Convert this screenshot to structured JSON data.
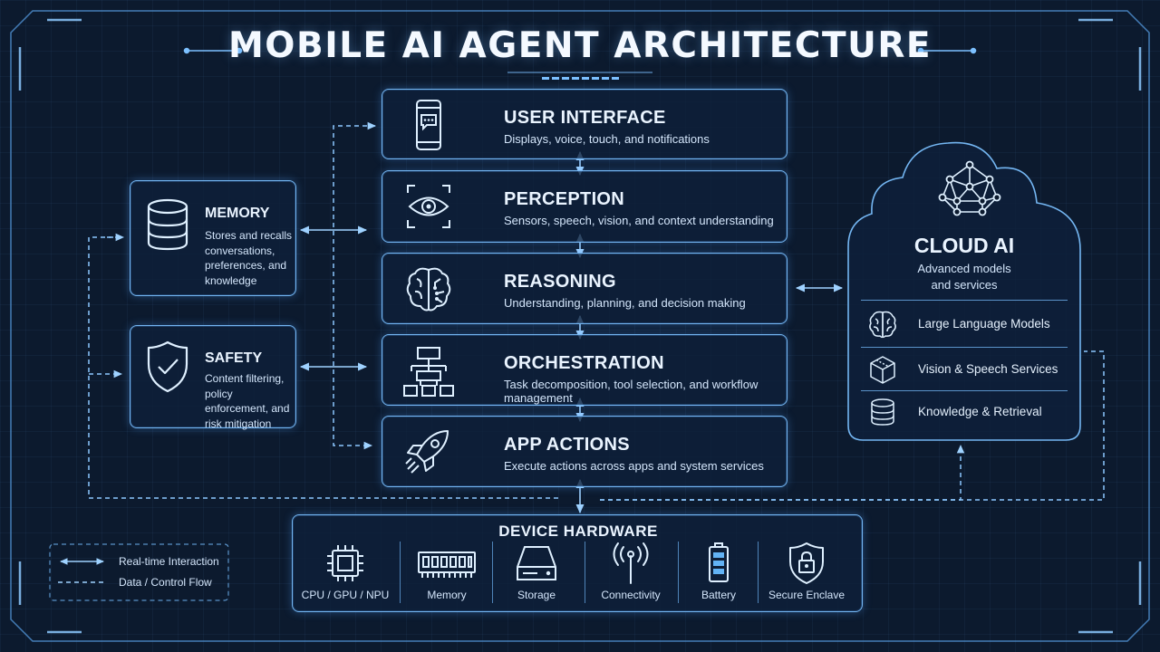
{
  "title": "MOBILE AI AGENT ARCHITECTURE",
  "layers": [
    {
      "title": "USER INTERFACE",
      "desc": "Displays, voice, touch, and notifications",
      "icon": "smartphone-chat-icon"
    },
    {
      "title": "PERCEPTION",
      "desc": "Sensors, speech, vision, and context understanding",
      "icon": "eye-scan-icon"
    },
    {
      "title": "REASONING",
      "desc": "Understanding, planning, and decision making",
      "icon": "brain-circuit-icon"
    },
    {
      "title": "ORCHESTRATION",
      "desc": "Task decomposition, tool selection, and workflow management",
      "icon": "hierarchy-icon"
    },
    {
      "title": "APP ACTIONS",
      "desc": "Execute actions across apps and system services",
      "icon": "rocket-icon"
    }
  ],
  "memory": {
    "title": "MEMORY",
    "desc": "Stores and recalls conversations, preferences, and knowledge",
    "icon": "database-icon"
  },
  "safety": {
    "title": "SAFETY",
    "desc": "Content filtering, policy enforcement, and risk mitigation",
    "icon": "shield-check-icon"
  },
  "cloud": {
    "title": "CLOUD AI",
    "subtitle": "Advanced models and services",
    "icon": "network-sphere-icon",
    "services": [
      {
        "label": "Large Language Models",
        "icon": "brain-icon"
      },
      {
        "label": "Vision & Speech Services",
        "icon": "cube-icon"
      },
      {
        "label": "Knowledge & Retrieval",
        "icon": "database-icon"
      }
    ]
  },
  "hardware": {
    "title": "DEVICE HARDWARE",
    "items": [
      {
        "label": "CPU / GPU / NPU",
        "icon": "chip-icon"
      },
      {
        "label": "Memory",
        "icon": "ram-icon"
      },
      {
        "label": "Storage",
        "icon": "storage-drive-icon"
      },
      {
        "label": "Connectivity",
        "icon": "antenna-icon"
      },
      {
        "label": "Battery",
        "icon": "battery-icon"
      },
      {
        "label": "Secure Enclave",
        "icon": "shield-lock-icon"
      }
    ]
  },
  "legend": [
    {
      "label": "Real-time Interaction",
      "style": "solid-double-arrow"
    },
    {
      "label": "Data / Control Flow",
      "style": "dashed-line"
    }
  ],
  "colors": {
    "background": "#0c1a2e",
    "accent": "#74b6f2",
    "text": "#eaf4ff"
  }
}
